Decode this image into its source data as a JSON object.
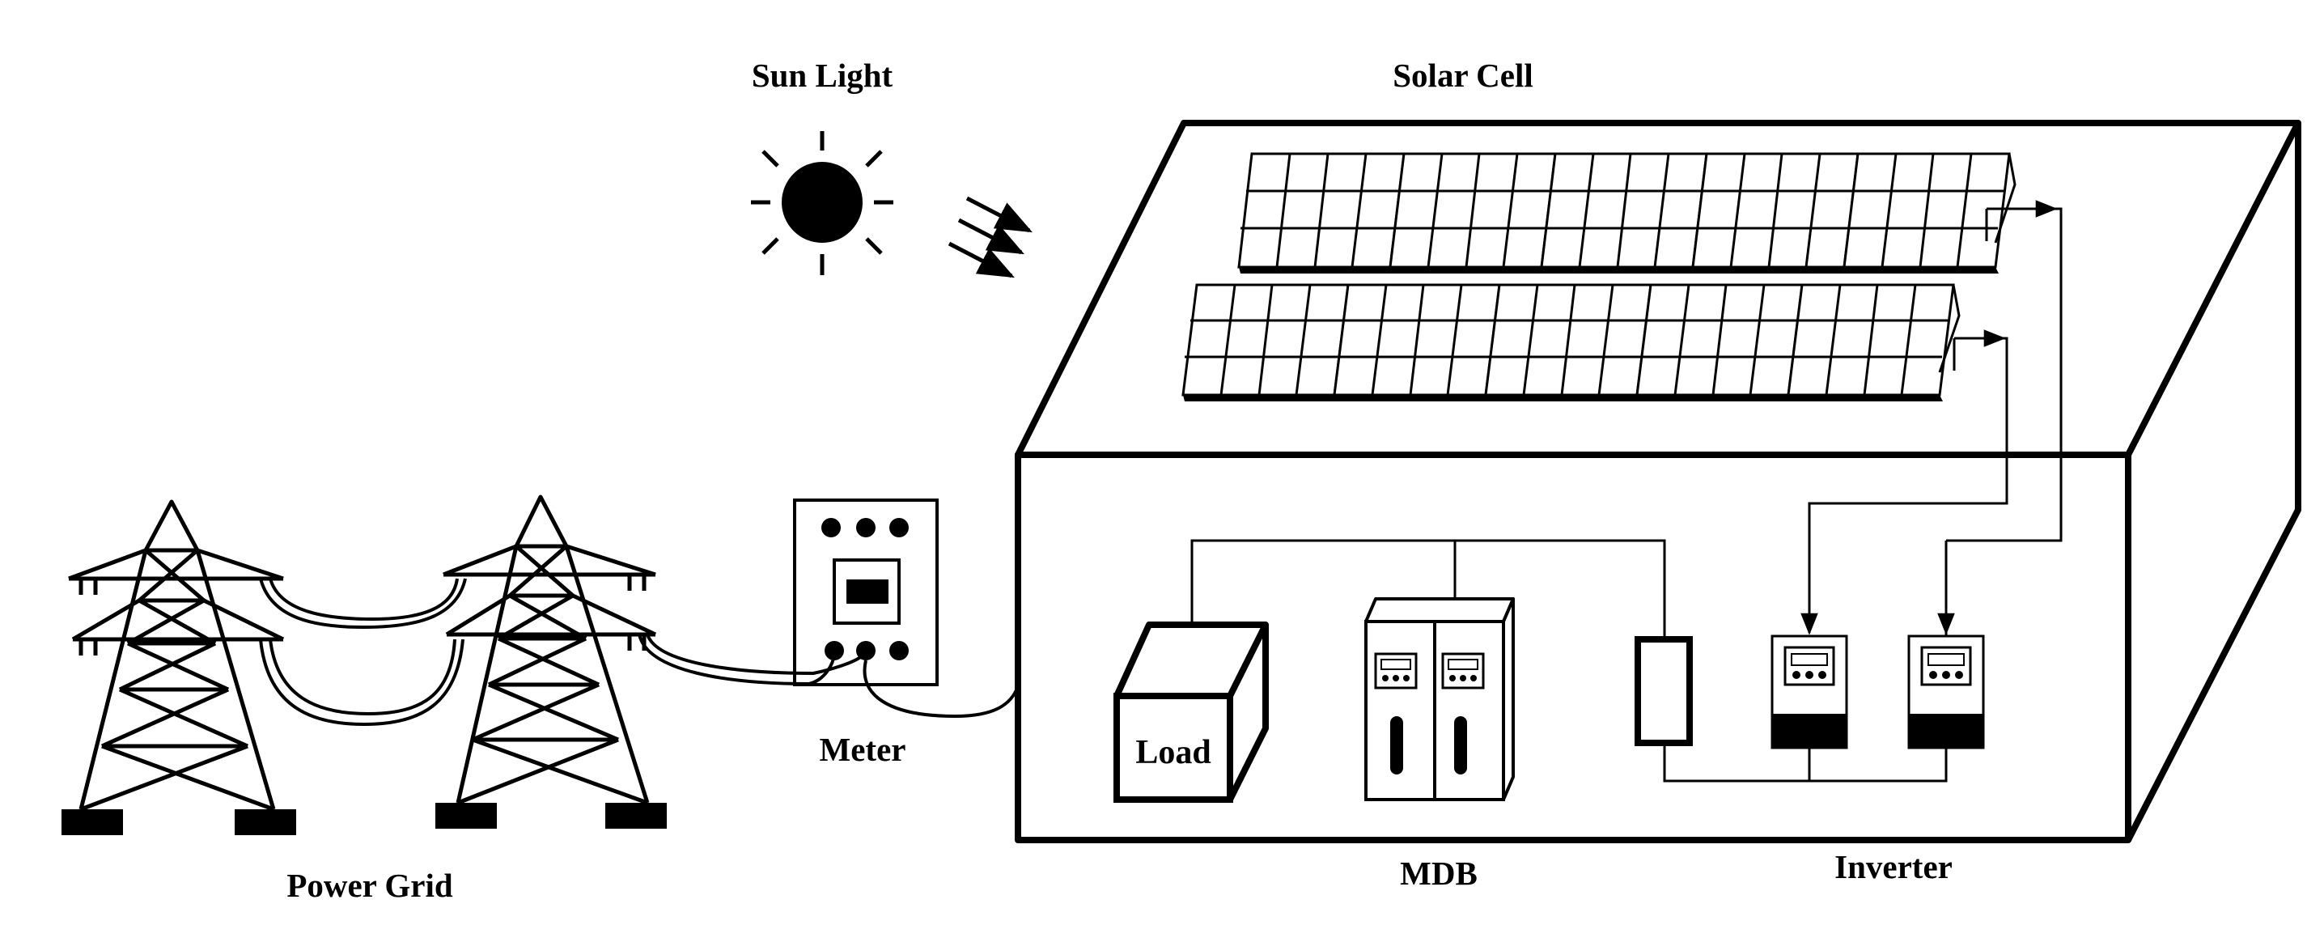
{
  "labels": {
    "sun": "Sun Light",
    "solar": "Solar Cell",
    "meter": "Meter",
    "grid": "Power Grid",
    "mdb": "MDB",
    "inverter": "Inverter",
    "load": "Load"
  },
  "icons": [
    "sun-icon",
    "transmission-tower-icon",
    "meter-icon",
    "solar-panel-icon",
    "load-box-icon",
    "mdb-cabinet-icon",
    "fuse-icon",
    "inverter-icon"
  ],
  "colors": {
    "line": "#000000",
    "background": "#ffffff"
  }
}
